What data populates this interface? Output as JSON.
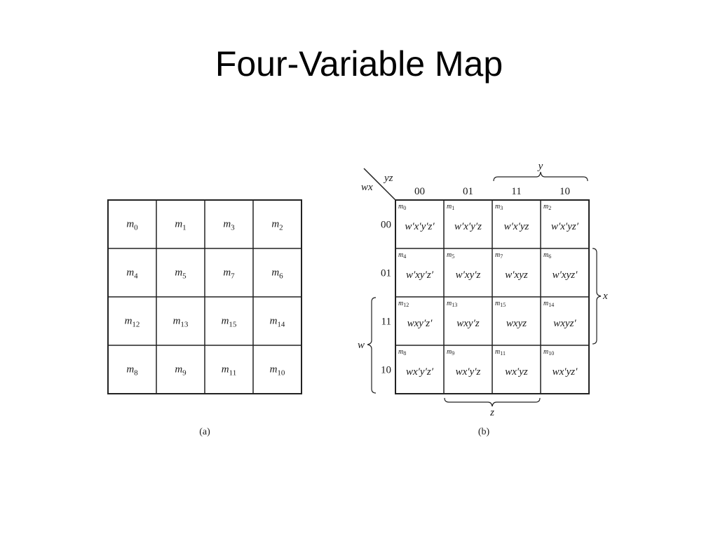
{
  "slide": {
    "title": "Four-Variable Map"
  },
  "map_a": {
    "caption": "(a)",
    "grid": [
      [
        "0",
        "1",
        "3",
        "2"
      ],
      [
        "4",
        "5",
        "7",
        "6"
      ],
      [
        "12",
        "13",
        "15",
        "14"
      ],
      [
        "8",
        "9",
        "11",
        "10"
      ]
    ]
  },
  "map_b": {
    "caption": "(b)",
    "corner_col_vars": "yz",
    "corner_row_vars": "wx",
    "col_headers": [
      "00",
      "01",
      "11",
      "10"
    ],
    "row_headers": [
      "00",
      "01",
      "11",
      "10"
    ],
    "brace_labels": {
      "y": "y",
      "x": "x",
      "w": "w",
      "z": "z"
    },
    "minterm_indices": [
      [
        "0",
        "1",
        "3",
        "2"
      ],
      [
        "4",
        "5",
        "7",
        "6"
      ],
      [
        "12",
        "13",
        "15",
        "14"
      ],
      [
        "8",
        "9",
        "11",
        "10"
      ]
    ],
    "terms": [
      [
        "w′x′y′z′",
        "w′x′y′z",
        "w′x′yz",
        "w′x′yz′"
      ],
      [
        "w′xy′z′",
        "w′xy′z",
        "w′xyz",
        "w′xyz′"
      ],
      [
        "wxy′z′",
        "wxy′z",
        "wxyz",
        "wxyz′"
      ],
      [
        "wx′y′z′",
        "wx′y′z",
        "wx′yz",
        "wx′yz′"
      ]
    ]
  }
}
